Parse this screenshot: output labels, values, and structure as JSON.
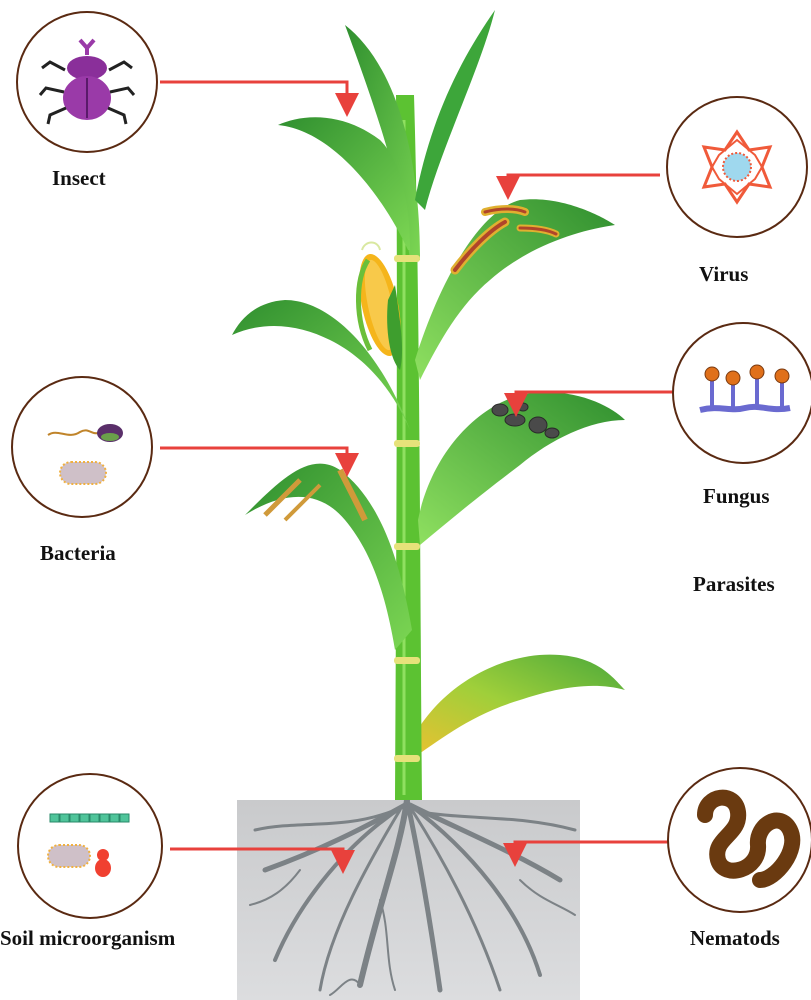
{
  "labels": {
    "insect": "Insect",
    "virus": "Virus",
    "bacteria": "Bacteria",
    "fungus": "Fungus",
    "parasites": "Parasites",
    "soil": "Soil microorganism",
    "nematods": "Nematods"
  },
  "colors": {
    "arrow": "#e8413c",
    "stem": "#5cc232",
    "leaf_dark": "#2e8b2e",
    "leaf_light": "#7ed957",
    "soil": "#d3d4d6",
    "root": "#7c8286",
    "circle_stroke": "#5a2a12",
    "corn": "#f5b51b"
  },
  "icons": {
    "insect": "beetle-icon",
    "virus": "virus-icon",
    "bacteria": "bacteria-icon",
    "fungus": "fungus-icon",
    "soil": "soil-microorganism-icon",
    "nematods": "nematode-worm-icon"
  }
}
